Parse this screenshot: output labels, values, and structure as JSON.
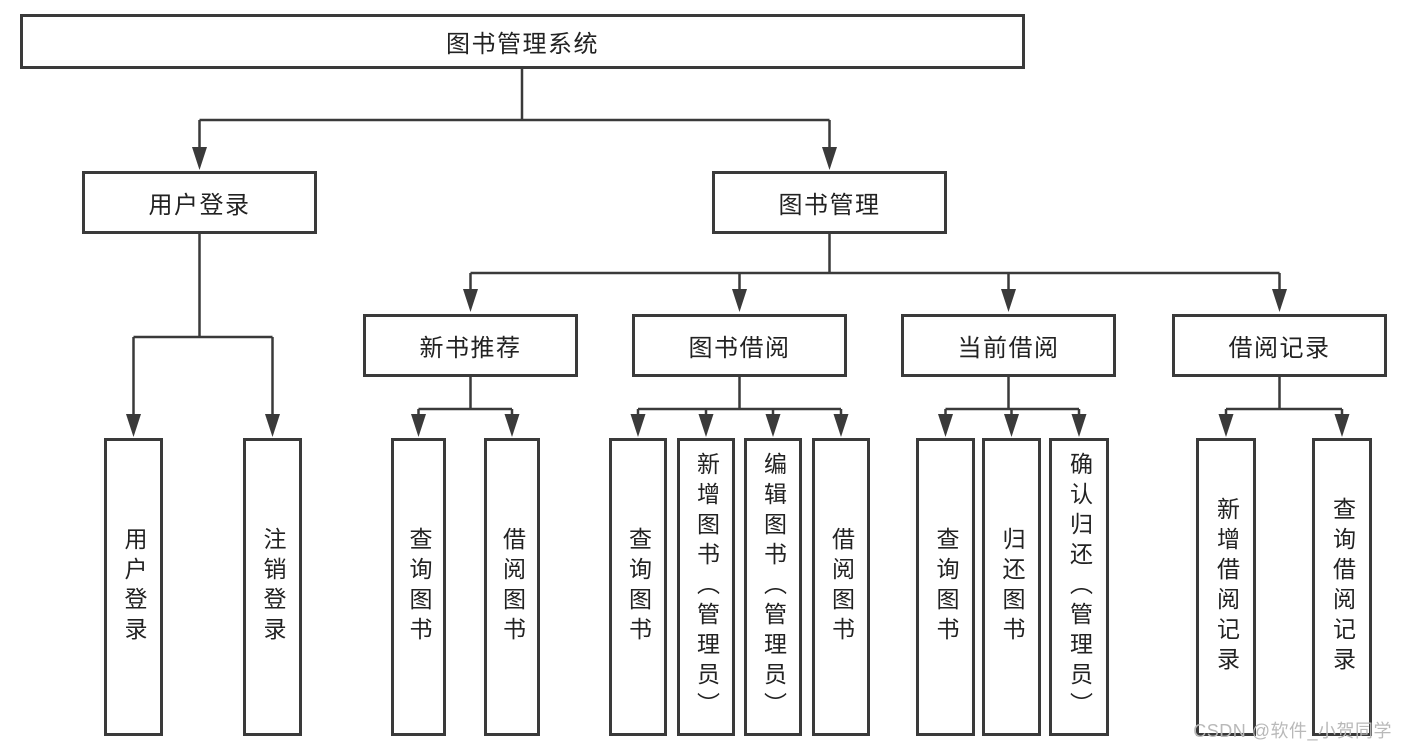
{
  "diagram": {
    "root": {
      "label": "图书管理系统"
    },
    "branches": [
      {
        "label": "用户登录",
        "children": [
          {
            "label": "用户登录"
          },
          {
            "label": "注销登录"
          }
        ]
      },
      {
        "label": "图书管理",
        "children": [
          {
            "label": "新书推荐",
            "children": [
              {
                "label": "查询图书"
              },
              {
                "label": "借阅图书"
              }
            ]
          },
          {
            "label": "图书借阅",
            "children": [
              {
                "label": "查询图书"
              },
              {
                "label": "新增图书（管理员）"
              },
              {
                "label": "编辑图书（管理员）"
              },
              {
                "label": "借阅图书"
              }
            ]
          },
          {
            "label": "当前借阅",
            "children": [
              {
                "label": "查询图书"
              },
              {
                "label": "归还图书"
              },
              {
                "label": "确认归还（管理员）"
              }
            ]
          },
          {
            "label": "借阅记录",
            "children": [
              {
                "label": "新增借阅记录"
              },
              {
                "label": "查询借阅记录"
              }
            ]
          }
        ]
      }
    ]
  },
  "watermark": "CSDN @软件_小贺同学",
  "colors": {
    "line": "#3a3a3a",
    "text": "#222222",
    "node_fill": "#ffffff",
    "watermark": "#b9b9b9",
    "background": "#ffffff"
  }
}
